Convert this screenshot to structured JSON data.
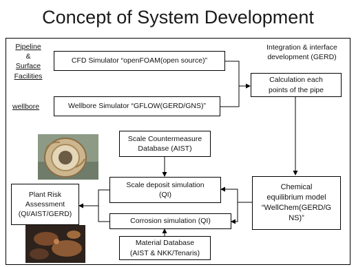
{
  "title": "Concept of System Development",
  "left_labels": {
    "pipeline_line1": "Pipeline",
    "pipeline_line2": "&",
    "pipeline_line3": "Surface",
    "pipeline_line4": "Facilities",
    "wellbore": "wellbore"
  },
  "integration_label_line1": "Integration & interface",
  "integration_label_line2": "development (GERD)",
  "boxes": {
    "cfd": "CFD Simulator “openFOAM(open source)”",
    "wellbore_sim": "Wellbore Simulator “GFLOW(GERD/GNS)”",
    "calc_line1": "Calculation each",
    "calc_line2": "points of the pipe",
    "scale_db_line1": "Scale Countermeasure",
    "scale_db_line2": "Database (AIST)",
    "scale_sim_line1": "Scale deposit simulation",
    "scale_sim_line2": "(QI)",
    "corrosion_sim": "Corrosion  simulation (QI)",
    "material_db_line1": "Material Database",
    "material_db_line2": "(AIST & NKK/Tenaris)",
    "chem_line1": "Chemical",
    "chem_line2": "equilibrium model",
    "chem_line3": "“WellChem(GERD/G",
    "chem_line4": "NS)”",
    "plant_line1": "Plant Risk",
    "plant_line2": "Assessment",
    "plant_line3": "(QI/AIST/GERD)"
  },
  "colors": {
    "line": "#000000",
    "scale_photo_bg": "#7a8a78",
    "scale_photo_ring": "#c9b18a",
    "corrosion_photo_bg": "#3a2a22"
  }
}
